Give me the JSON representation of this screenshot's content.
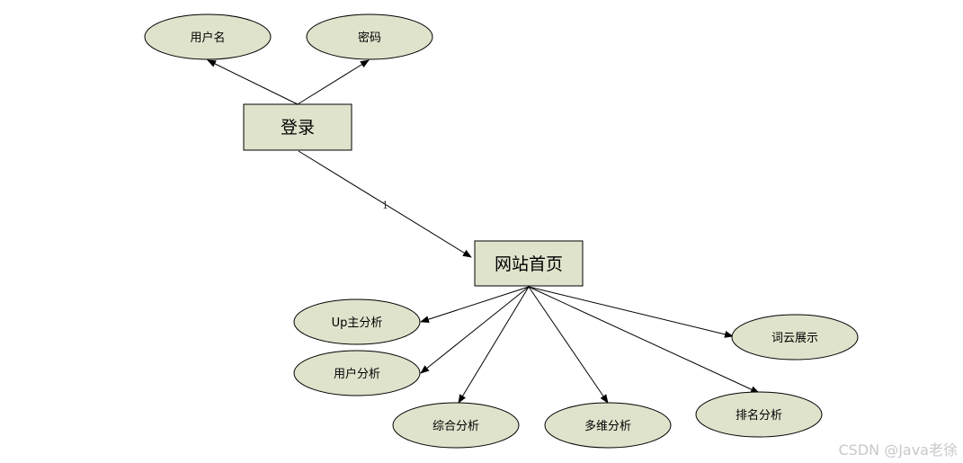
{
  "nodes": {
    "username": "用户名",
    "password": "密码",
    "login": "登录",
    "homepage": "网站首页",
    "up_analysis": "Up主分析",
    "user_analysis": "用户分析",
    "overall_analysis": "综合分析",
    "multidim_analysis": "多维分析",
    "ranking_analysis": "排名分析",
    "wordcloud": "词云展示"
  },
  "edges": {
    "login_to_homepage_label": "1"
  },
  "watermark": "CSDN @Java老徐",
  "colors": {
    "node_fill": "#dfe3cc",
    "stroke": "#000000",
    "watermark": "#c8c8c8"
  }
}
